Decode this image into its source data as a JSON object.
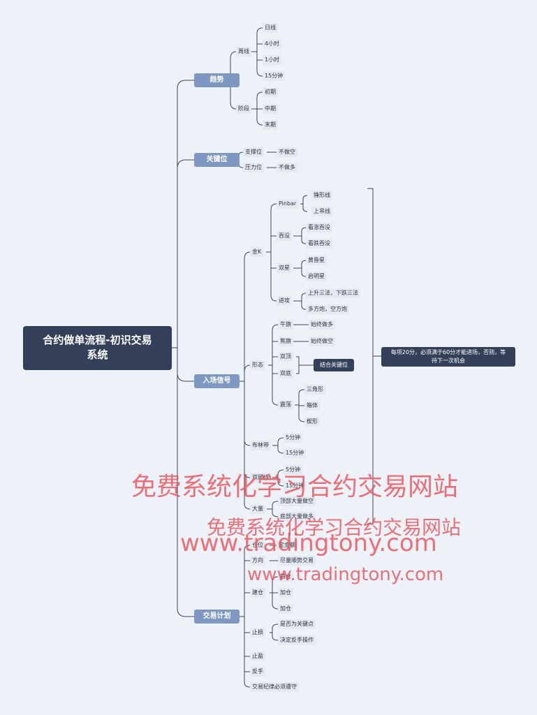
{
  "root_title": "合约做单流程-初识交易系统",
  "root_title_line1": "合约做单流程-初识交易",
  "root_title_line2": "系统",
  "branches": {
    "trend": {
      "label": "趋势",
      "weekly": "周线",
      "daily": "日线",
      "h4": "4小时",
      "h1": "1小时",
      "m15": "15分钟",
      "stage": "阶段",
      "early": "初期",
      "mid": "中期",
      "late": "末期"
    },
    "key_levels": {
      "label": "关键位",
      "support": "支撑位",
      "no_short": "不做空",
      "resistance": "压力位",
      "no_long": "不做多"
    },
    "entry": {
      "label": "入场信号",
      "golden_k": "金K",
      "pinbar": "Pinbar",
      "hammer": "锤形线",
      "hanging": "上吊线",
      "engulf": "吞没",
      "bull_engulf": "看涨吞没",
      "bear_engulf": "看跌吞没",
      "double_star": "双星",
      "evening_star": "黄昏星",
      "morning_star": "启明星",
      "advance": "进攻",
      "three_methods": "上升三法，下跌三法",
      "multi_pattern": "多方炮，空方炮",
      "pattern": "形态",
      "bull_flag": "牛旗",
      "bull_flag_note": "始终做多",
      "bear_flag": "熊旗",
      "bear_flag_note": "始终做空",
      "double_top": "双顶",
      "double_bottom": "双底",
      "combine_key": "结合关键位",
      "consolidation": "震荡",
      "triangle": "三角形",
      "box": "箱体",
      "wedge": "楔形",
      "bollinger": "布林带",
      "boll_5m": "5分钟",
      "boll_15m": "15分钟",
      "double_ma": "双顾线",
      "ma_5m": "5分钟",
      "ma_15m": "15分钟",
      "volume": "大量",
      "vol_top": "顶部大量做空",
      "vol_bottom": "底部大量做多",
      "score_note": "每项20分，必须满于60分才能进场，否则，等待下一次机会",
      "score_note_line1": "每项20分，必须满于60分才能进场，否则，等",
      "score_note_line2": "待下一次机会"
    },
    "plan": {
      "label": "交易计划",
      "position": "仓位",
      "position_note": "定金额",
      "direction": "方向",
      "direction_note": "尽量顺势交易",
      "build": "建仓",
      "build_1": "首仓",
      "build_2": "加仓",
      "build_3": "加仓",
      "stop_loss": "止损",
      "sl_1": "是否为关键点",
      "sl_2": "决定反手操作",
      "take_profit": "止盈",
      "reverse": "反手",
      "discipline": "交易纪律必须遵守"
    }
  },
  "watermarks": {
    "cn": "免费系统化学习合约交易网站",
    "url": "www.tradingtony.com"
  },
  "colors": {
    "background": "#edf2f8",
    "root": "#34405a",
    "branch": "#7f98c2",
    "line": "#3d4658",
    "watermark": "#ec505a"
  }
}
